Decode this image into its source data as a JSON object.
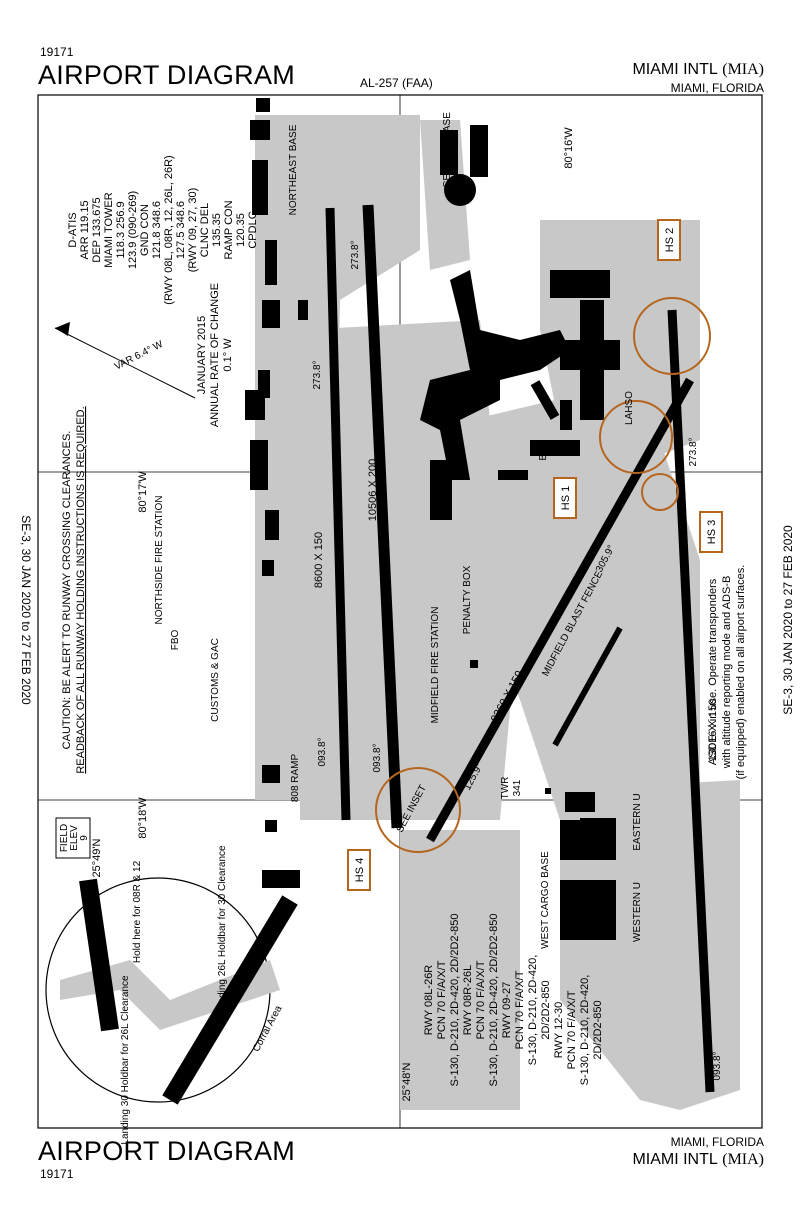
{
  "header": {
    "chart_id": "19171",
    "title": "AIRPORT DIAGRAM",
    "airport": "MIAMI INTL",
    "airport_code": "(MIA)",
    "city": "MIAMI, FLORIDA",
    "procedure": "AL-257 (FAA)"
  },
  "footer": {
    "chart_id": "19171",
    "title": "AIRPORT DIAGRAM",
    "airport": "MIAMI INTL",
    "airport_code": "(MIA)",
    "city": "MIAMI, FLORIDA"
  },
  "effective": {
    "left": "SE-3, 30 JAN 2020 to 27 FEB 2020",
    "right": "SE-3, 30 JAN 2020 to 27 FEB 2020"
  },
  "frequencies": [
    "D-ATIS",
    "ARR 119.15",
    "DEP 133.675",
    "MIAMI TOWER",
    "118.3  256.9",
    "123.9 (090-269)",
    "GND CON",
    "121.8  348.6",
    "(RWY 08L, 08R, 12, 26L, 26R)",
    "127.5  348.6",
    "(RWY 09, 27, 30)",
    "CLNC DEL",
    "135.35",
    "RAMP CON",
    "120.35",
    "CPDLC"
  ],
  "cpdlc_badge": "D",
  "notes": {
    "caution_line1": "CAUTION: BE ALERT TO RUNWAY CROSSING CLEARANCES.",
    "caution_line2": "READBACK OF ALL RUNWAY HOLDING INSTRUCTIONS IS REQUIRED.",
    "asde_line1": "ASDE-X in use.  Operate transponders",
    "asde_line2": "with altitude reporting mode and ADS-B",
    "asde_line3": "(if equipped) enabled on all airport surfaces."
  },
  "variation": {
    "date": "JANUARY 2015",
    "label": "ANNUAL RATE OF CHANGE",
    "rate": "0.1° W",
    "var": "VAR 6.4° W"
  },
  "field_elev": {
    "label1": "FIELD",
    "label2": "ELEV",
    "value": "9"
  },
  "coordinates": {
    "lon1": "80°16'W",
    "lon2": "80°17'W",
    "lon3": "80°18'W",
    "lat1": "25°49'N",
    "lat2": "25°48'N"
  },
  "runways": [
    {
      "ends": "8L / 26R",
      "dims": "8600 X 150",
      "hdg_low": "093.8°",
      "hdg_high": "273.8°"
    },
    {
      "ends": "8R / 26L",
      "dims": "10506 X 200",
      "hdg_low": "093.8°",
      "hdg_high": "273.8°"
    },
    {
      "ends": "12 / 30",
      "dims": "9360 X 150",
      "hdg_low": "125.9°",
      "hdg_high": "305.9°"
    },
    {
      "ends": "9 / 27",
      "dims": "13016 X 150",
      "hdg_low": "093.8°",
      "hdg_high": "273.8°"
    }
  ],
  "runway_data": [
    {
      "rwy": "RWY 08L-26R",
      "l1": "PCN 70 F/A/X/T",
      "l2": "S-130, D-210, 2D-420, 2D/2D2-850"
    },
    {
      "rwy": "RWY 08R-26L",
      "l1": "PCN 70 F/A/X/T",
      "l2": "S-130, D-210, 2D-420, 2D/2D2-850"
    },
    {
      "rwy": "RWY 09-27",
      "l1": "PCN 70 F/A/X/T",
      "l2": "S-130, D-210, 2D-420,",
      "l3": "2D/2D2-850"
    },
    {
      "rwy": "RWY 12-30",
      "l1": "PCN 70 F/A/X/T",
      "l2": "S-130, D-210, 2D-420,",
      "l3": "2D/2D2-850"
    }
  ],
  "hotspots": [
    "HS 1",
    "HS 2",
    "HS 3",
    "HS 4"
  ],
  "labels": {
    "northeast_base": "NORTHEAST BASE",
    "central_base": "CENTRAL BASE",
    "northside_fire": "NORTHSIDE FIRE STATION",
    "fbo": "FBO",
    "customs": "CUSTOMS & GAC",
    "midfield_fire": "MIDFIELD FIRE STATION",
    "penalty_box": "PENALTY BOX",
    "west_cargo": "WEST CARGO BASE",
    "eastern_u": "EASTERN U",
    "western_u": "WESTERN U",
    "midfield_fence": "MIDFIELD BLAST FENCE",
    "tower": "TWR",
    "tower_elev": "341",
    "ramp": "808 RAMP",
    "see_inset": "SEE INSET",
    "lahso": "LAHSO",
    "bcn": "BCN",
    "elev": "ELEV"
  },
  "inset": {
    "hold_note": "Hold here for 08R & 12",
    "landing_26l": "Landing 26L Holdbar for 30 Clearance",
    "landing_30": "Landing 30 Holdbar for 26L Clearance",
    "corral": "Corral Area"
  },
  "colors": {
    "pavement": "#c8c8c8",
    "runway": "#000000",
    "hotspot": "#b5651d"
  }
}
